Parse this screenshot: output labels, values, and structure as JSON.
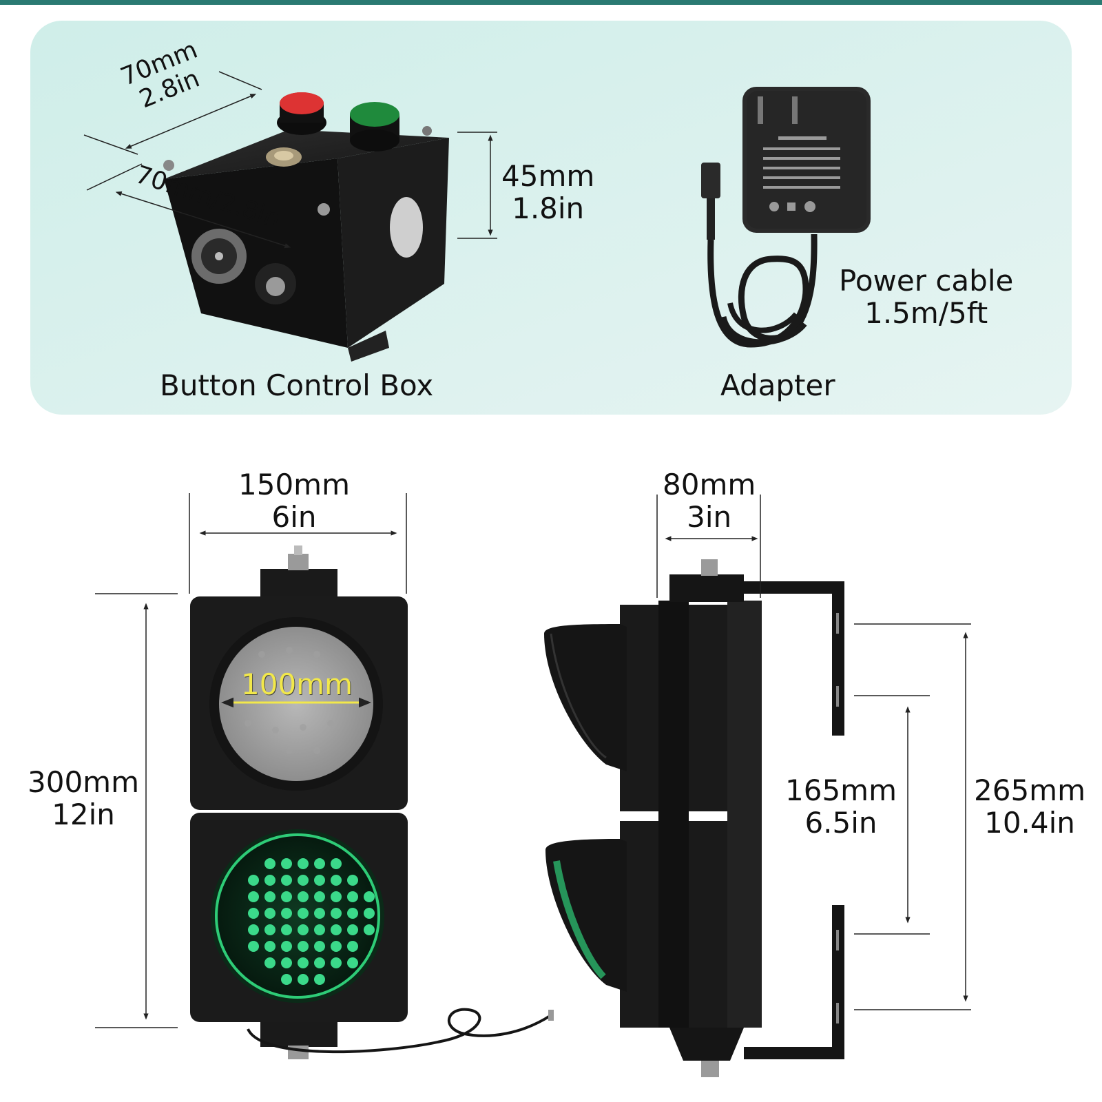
{
  "colors": {
    "accent_bar": "#2a7a72",
    "panel_bg": "#dcf1ee",
    "housing": "#1b1b1b",
    "green_lens": "#3bd98a",
    "red_button": "#c8202a",
    "green_button": "#1f8a3c",
    "dimension_line": "#222222",
    "lens_label": "#f2e84a"
  },
  "top_panel": {
    "control_box": {
      "label": "Button Control Box",
      "icon": "control-box-icon",
      "dims": {
        "width_top_mm": "70mm",
        "width_top_in": "2.8in",
        "width_side": "70mm/2.8in",
        "height_mm": "45mm",
        "height_in": "1.8in"
      }
    },
    "adapter": {
      "label": "Adapter",
      "icon": "power-adapter-icon",
      "cable_label_line1": "Power cable",
      "cable_label_line2": "1.5m/5ft"
    }
  },
  "front_view": {
    "icon": "traffic-light-front-icon",
    "width_mm": "150mm",
    "width_in": "6in",
    "height_mm": "300mm",
    "height_in": "12in",
    "lens_diameter": "100mm"
  },
  "side_view": {
    "icon": "traffic-light-side-icon",
    "depth_mm": "80mm",
    "depth_in": "3in",
    "inner_spacing_mm": "165mm",
    "inner_spacing_in": "6.5in",
    "outer_spacing_mm": "265mm",
    "outer_spacing_in": "10.4in"
  }
}
